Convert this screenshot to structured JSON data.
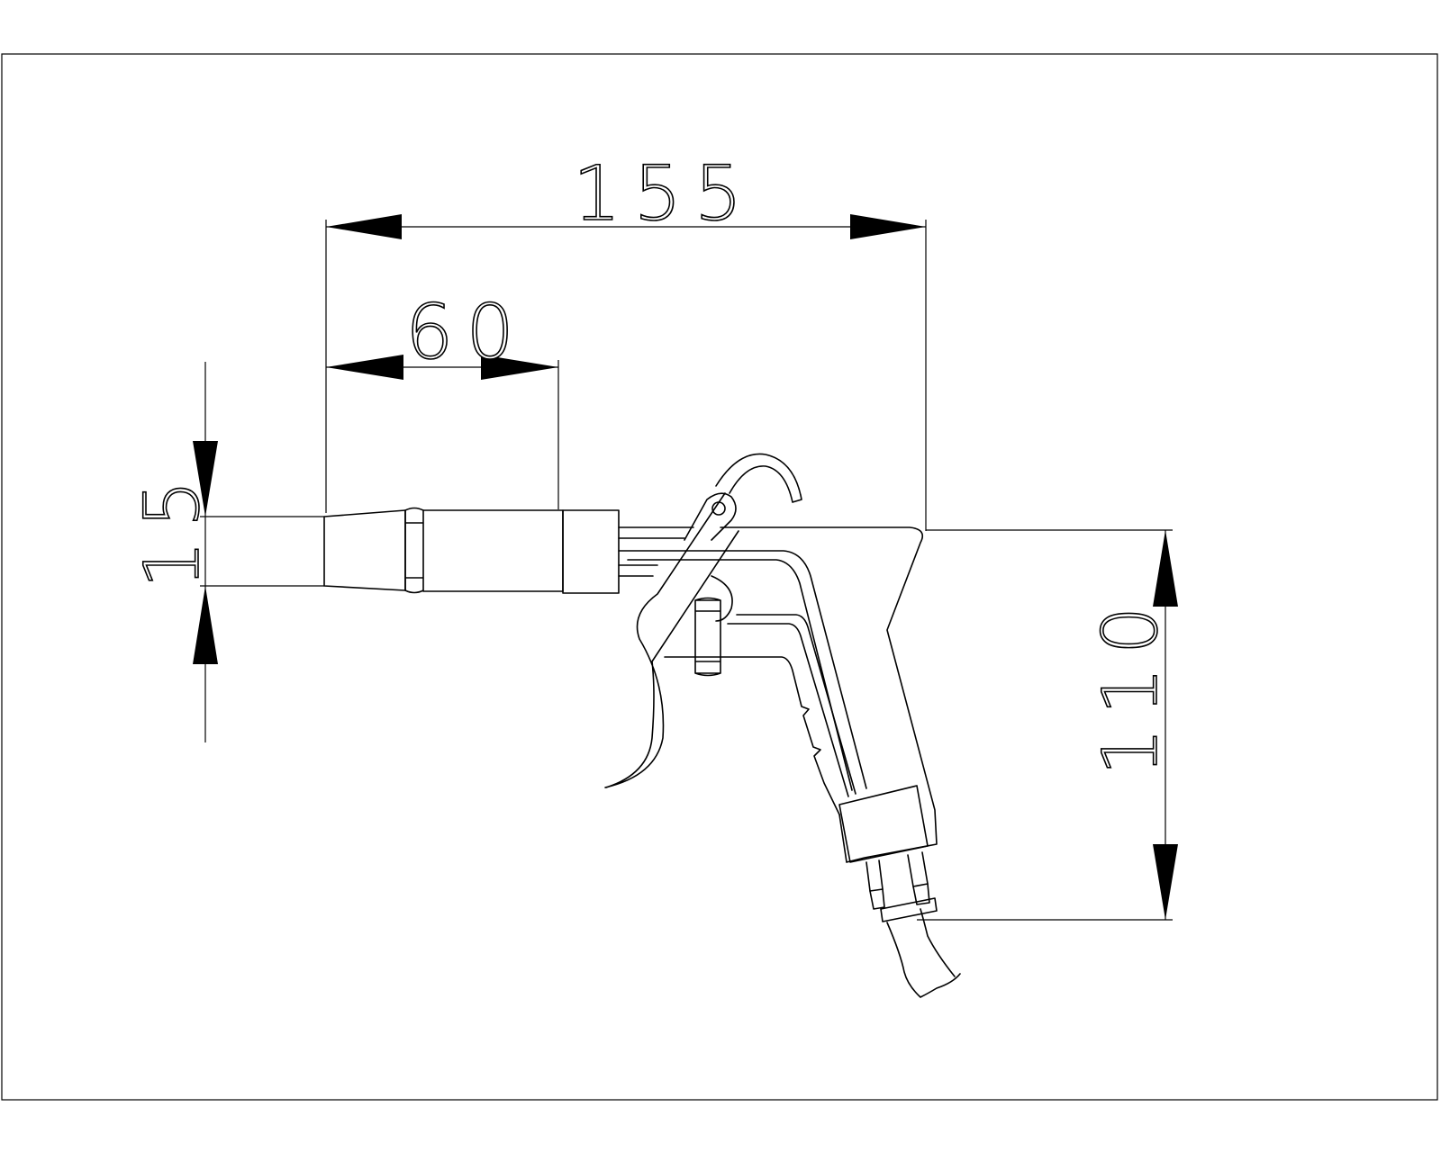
{
  "dimensions": {
    "overall_length": "155",
    "nozzle_length": "60",
    "nozzle_diameter": "15",
    "height": "110"
  }
}
